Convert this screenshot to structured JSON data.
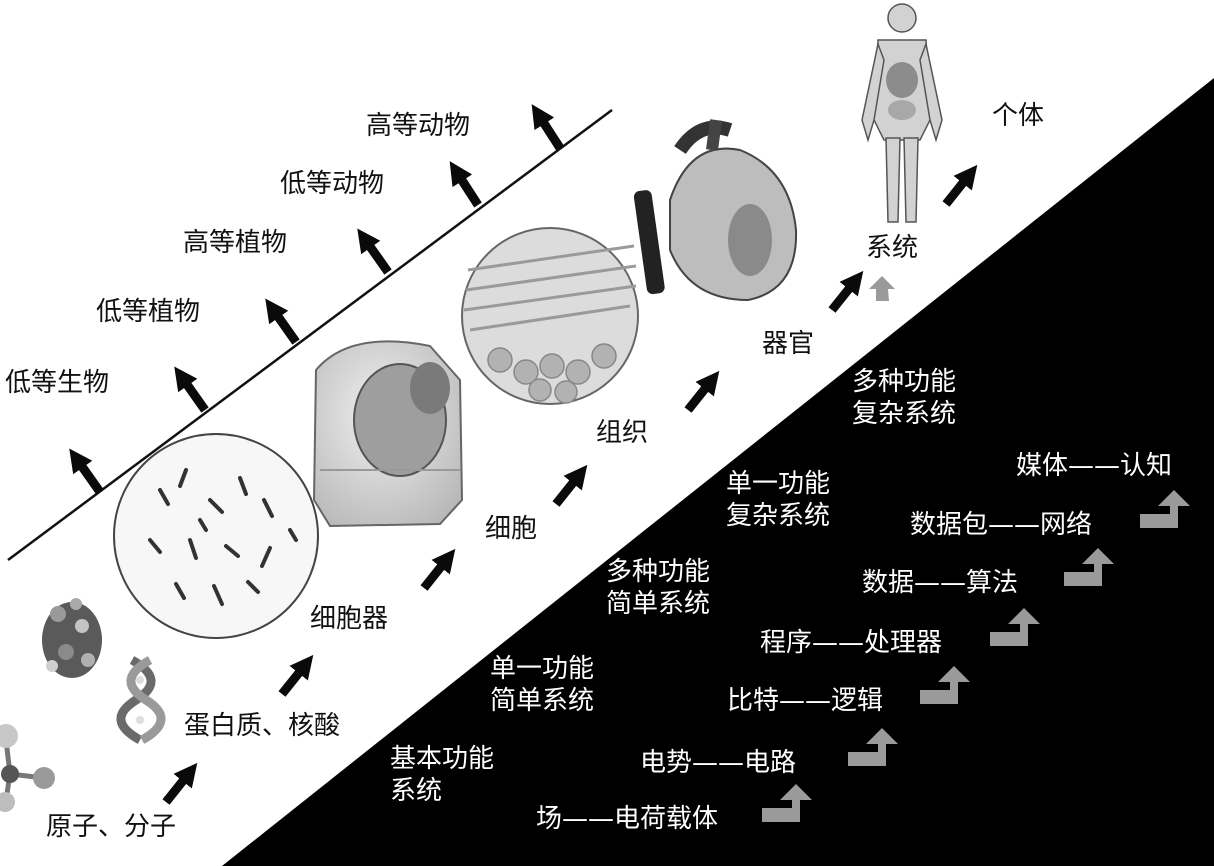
{
  "colors": {
    "background": "#ffffff",
    "dark_region": "#000000",
    "black_arrow": "#0a0a0a",
    "grey_step_arrow": "#9a9a9a",
    "text_dark": "#111111",
    "text_light": "#ffffff"
  },
  "icons": [
    "up-arrow-icon",
    "step-arrow-icon",
    "human-body-icon",
    "heart-icon",
    "tissue-icon",
    "plant-cell-icon",
    "chromosome-icon",
    "protein-icon",
    "molecule-icon"
  ],
  "evolution": {
    "low_organisms": "低等生物",
    "low_plants": "低等植物",
    "high_plants": "高等植物",
    "low_animals": "低等动物",
    "high_animals": "高等动物"
  },
  "hierarchy": {
    "atoms_molecules": "原子、分子",
    "protein_nucleic": "蛋白质、核酸",
    "organelle": "细胞器",
    "cell": "细胞",
    "tissue": "组织",
    "organ": "器官",
    "system": "系统",
    "individual": "个体"
  },
  "complexity": {
    "basic": "基本功能\n系统",
    "single_simple": "单一功能\n简单系统",
    "multi_simple": "多种功能\n简单系统",
    "single_complex": "单一功能\n复杂系统",
    "multi_complex": "多种功能\n复杂系统"
  },
  "tech": {
    "field_charge": "场——电荷载体",
    "potential_circuit": "电势——电路",
    "bit_logic": "比特——逻辑",
    "program_processor": "程序——处理器",
    "data_algorithm": "数据——算法",
    "packet_network": "数据包——网络",
    "media_cognition": "媒体——认知"
  }
}
